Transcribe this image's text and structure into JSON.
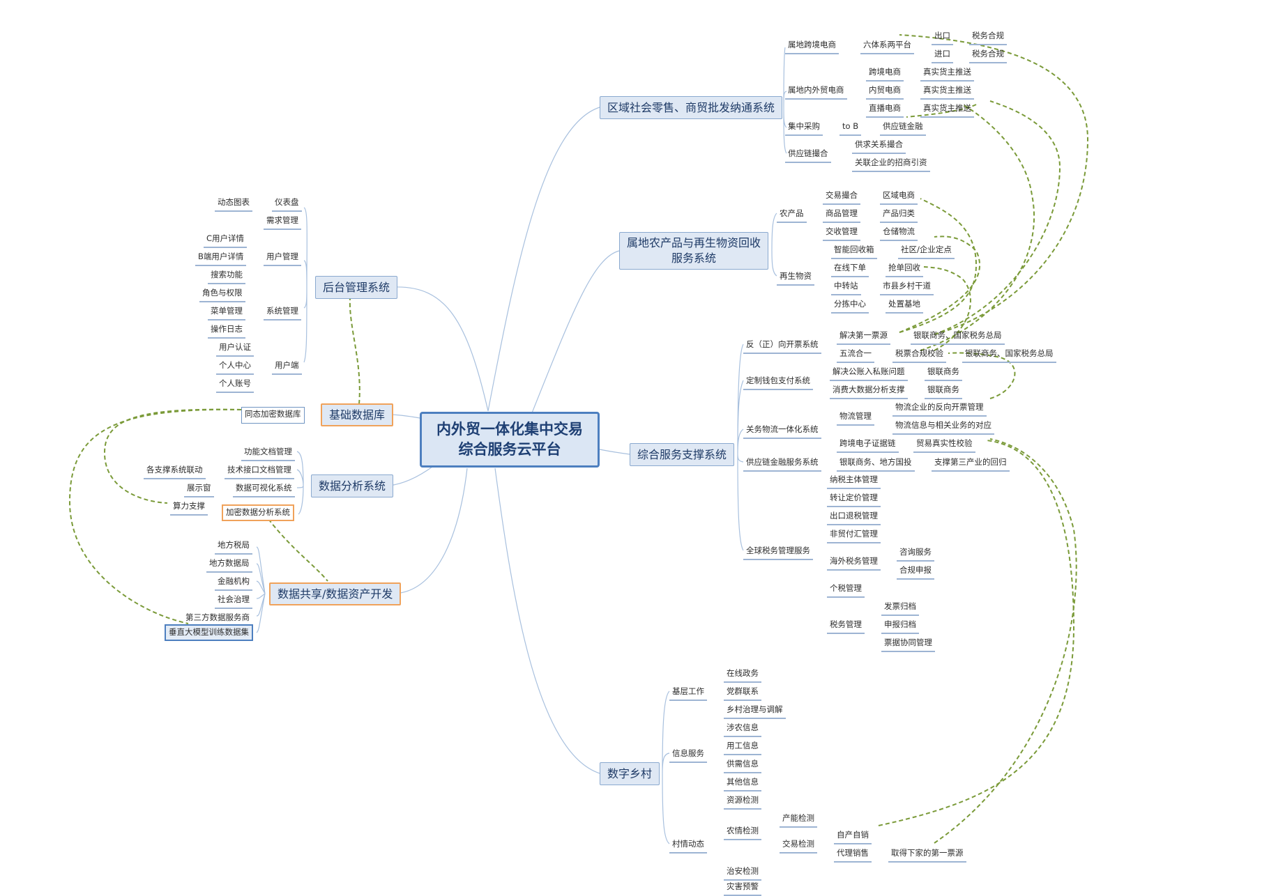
{
  "root": {
    "line1": "内外贸一体化集中交易",
    "line2": "综合服务云平台"
  },
  "labels": {
    "m_retail": "区域社会零售、商贸批发纳通系统",
    "m_agri_l1": "属地农产品与再生物资回收",
    "m_agri_l2": "服务系统",
    "m_service": "综合服务支撑系统",
    "m_village": "数字乡村",
    "m_backend": "后台管理系统",
    "m_basedb": "基础数据库",
    "m_analysis": "数据分析系统",
    "m_share": "数据共享/数据资产开发",
    "r_crossborder": "属地跨境电商",
    "r_six": "六体系两平台",
    "r_export": "出口",
    "r_tax1": "税务合规",
    "r_import": "进口",
    "r_tax2": "税务合规",
    "r_domestic": "属地内外贸电商",
    "r_cbe": "跨境电商",
    "r_push1": "真实货主推送",
    "r_dte": "内贸电商",
    "r_push2": "真实货主推送",
    "r_live": "直播电商",
    "r_push3": "真实货主推送",
    "r_purchase": "集中采购",
    "r_tob": "to B",
    "r_scf": "供应链金融",
    "r_match": "供应链撮合",
    "r_supply": "供求关系撮合",
    "r_invest": "关联企业的招商引资",
    "a_farm": "农产品",
    "a_trade": "交易撮合",
    "a_regional": "区域电商",
    "a_goods": "商品管理",
    "a_category": "产品归类",
    "a_receive": "交收管理",
    "a_storage": "仓储物流",
    "a_recycle": "再生物资",
    "a_smart": "智能回收箱",
    "a_community": "社区/企业定点",
    "a_online": "在线下单",
    "a_grab": "抢单回收",
    "a_transfer": "中转站",
    "a_market": "市县乡村干道",
    "a_sort": "分拣中心",
    "a_dispose": "处置基地",
    "s_invoice": "反（正）向开票系统",
    "s_first": "解决第一票源",
    "s_bank1": "银联商务、国家税务总局",
    "s_five": "五流合一",
    "s_check": "税票合规校验",
    "s_bank2": "银联商务、国家税务总局",
    "s_wallet": "定制钱包支付系统",
    "s_private": "解决公账入私账问题",
    "s_union1": "银联商务",
    "s_bigdata": "消费大数据分析支撑",
    "s_union2": "银联商务",
    "s_customs": "关务物流一体化系统",
    "s_logistics": "物流管理",
    "s_reverse": "物流企业的反向开票管理",
    "s_match": "物流信息与相关业务的对应",
    "s_chain": "跨境电子证据链",
    "s_verify": "贸易真实性校验",
    "s_finance": "供应链金融服务系统",
    "s_bank3": "银联商务、地方国投",
    "s_third": "支撑第三产业的回归",
    "s_tax": "全球税务管理服务",
    "s_taxpayer": "纳税主体管理",
    "s_transfer": "转让定价管理",
    "s_refund": "出口退税管理",
    "s_nontrade": "非贸付汇管理",
    "s_overseas": "海外税务管理",
    "s_consult": "咨询服务",
    "s_report": "合规申报",
    "s_personal": "个税管理",
    "s_taxmgmt": "税务管理",
    "s_archive1": "发票归档",
    "s_archive2": "申报归档",
    "s_collab": "票据协同管理",
    "v_grass": "基层工作",
    "v_gov": "在线政务",
    "v_party": "党群联系",
    "v_govern": "乡村治理与调解",
    "v_info": "信息服务",
    "v_agri": "涉农信息",
    "v_employ": "用工信息",
    "v_supply": "供需信息",
    "v_other": "其他信息",
    "v_dynamic": "村情动态",
    "v_resource": "资源检测",
    "v_farm": "农情检测",
    "v_capacity": "产能检测",
    "v_trade": "交易检测",
    "v_self": "自产自销",
    "v_agent": "代理销售",
    "v_first": "取得下家的第一票源",
    "v_security": "治安检测",
    "v_disaster": "灾害预警",
    "b_dashboard": "仪表盘",
    "b_chart": "动态图表",
    "b_demand": "需求管理",
    "b_user": "用户管理",
    "b_cuser": "C用户详情",
    "b_buser": "B端用户详情",
    "b_search": "搜索功能",
    "b_system": "系统管理",
    "b_role": "角色与权限",
    "b_menu": "菜单管理",
    "b_log": "操作日志",
    "b_client": "用户端",
    "b_auth": "用户认证",
    "b_center": "个人中心",
    "b_account": "个人账号",
    "d_encdb": "同态加密数据库",
    "n_doc": "功能文档管理",
    "n_link": "各支撑系统联动",
    "n_api": "技术接口文档管理",
    "n_show": "展示窗",
    "n_visual": "数据可视化系统",
    "n_power": "算力支撑",
    "n_enc": "加密数据分析系统",
    "h_tax": "地方税局",
    "h_data": "地方数据局",
    "h_bank": "金融机构",
    "h_social": "社会治理",
    "h_third": "第三方数据服务商",
    "h_model": "垂直大模型训练数据集"
  },
  "colors": {
    "main_fill": "#dfe8f4",
    "main_border": "#8aa9cf",
    "orange": "#f0a25a",
    "curve": "#a8c0de",
    "dashed": "#7a9a38"
  }
}
